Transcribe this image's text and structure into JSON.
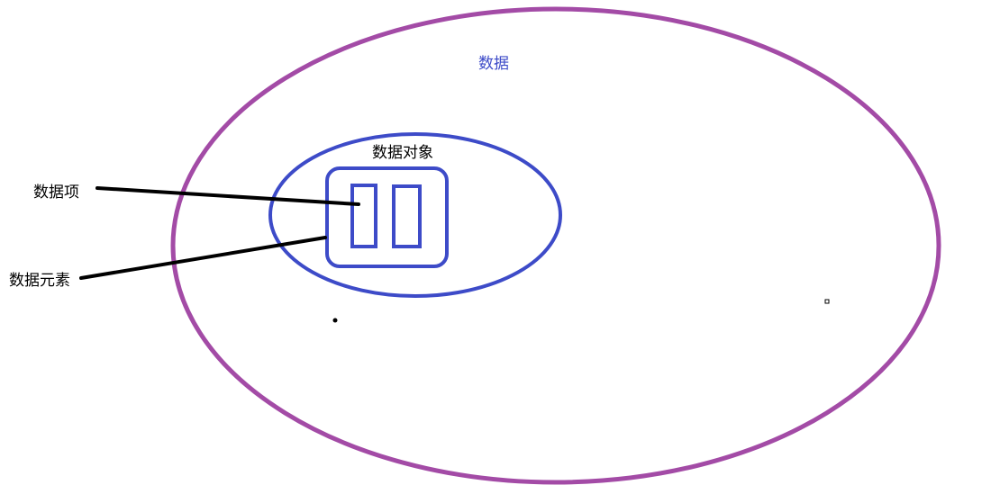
{
  "colors": {
    "outer_ellipse": "#a34ba6",
    "inner_shapes": "#3d4bc8",
    "outer_label": "#3d4bc8",
    "text": "#000000",
    "leader_lines": "#000000",
    "background": "#ffffff"
  },
  "labels": {
    "outer": "数据",
    "object": "数据对象",
    "item": "数据项",
    "element": "数据元素"
  }
}
